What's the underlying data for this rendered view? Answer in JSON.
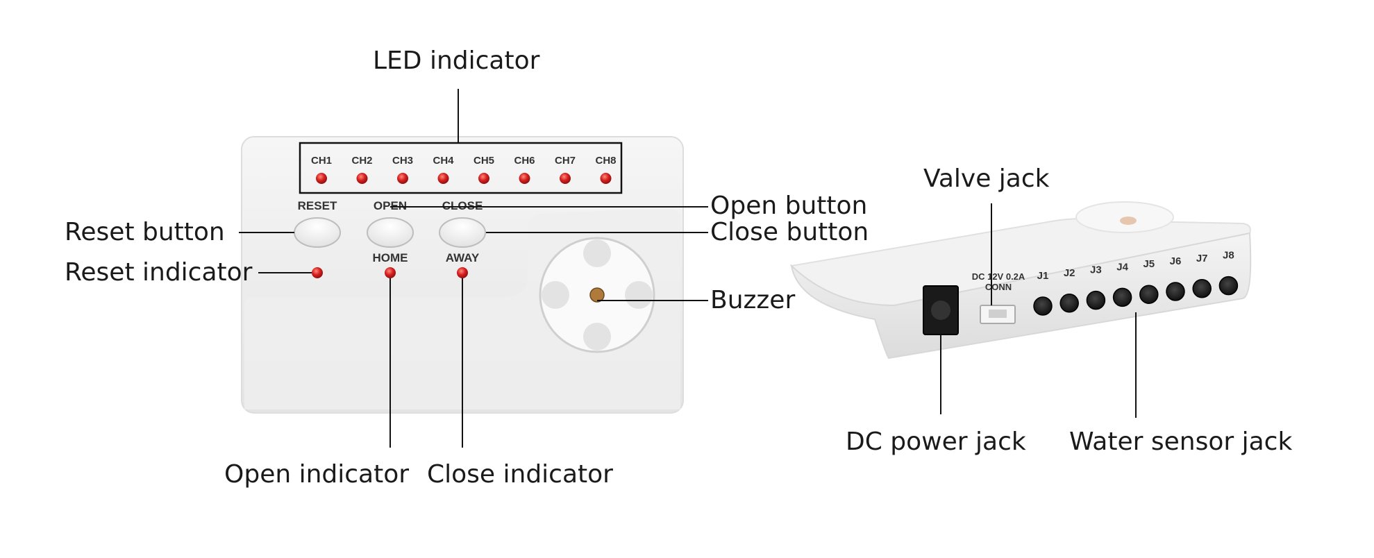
{
  "callouts": {
    "led_indicator": "LED indicator",
    "open_button": "Open button",
    "close_button": "Close button",
    "reset_button": "Reset button",
    "reset_indicator": "Reset indicator",
    "buzzer": "Buzzer",
    "open_indicator": "Open indicator",
    "close_indicator": "Close indicator",
    "valve_jack": "Valve jack",
    "dc_power_jack": "DC power jack",
    "water_sensor_jack": "Water sensor jack"
  },
  "front_panel": {
    "channels": [
      "CH1",
      "CH2",
      "CH3",
      "CH4",
      "CH5",
      "CH6",
      "CH7",
      "CH8"
    ],
    "button_labels": {
      "reset": "RESET",
      "open": "OPEN",
      "close": "CLOSE"
    },
    "indicator_labels": {
      "home": "HOME",
      "away": "AWAY"
    }
  },
  "side_panel": {
    "power_label": "DC 12V 0.2A",
    "conn_label": "CONN",
    "jacks": [
      "J1",
      "J2",
      "J3",
      "J4",
      "J5",
      "J6",
      "J7",
      "J8"
    ]
  },
  "colors": {
    "led_red": "#d42020",
    "body": "#f3f3f3",
    "line": "#111111"
  }
}
